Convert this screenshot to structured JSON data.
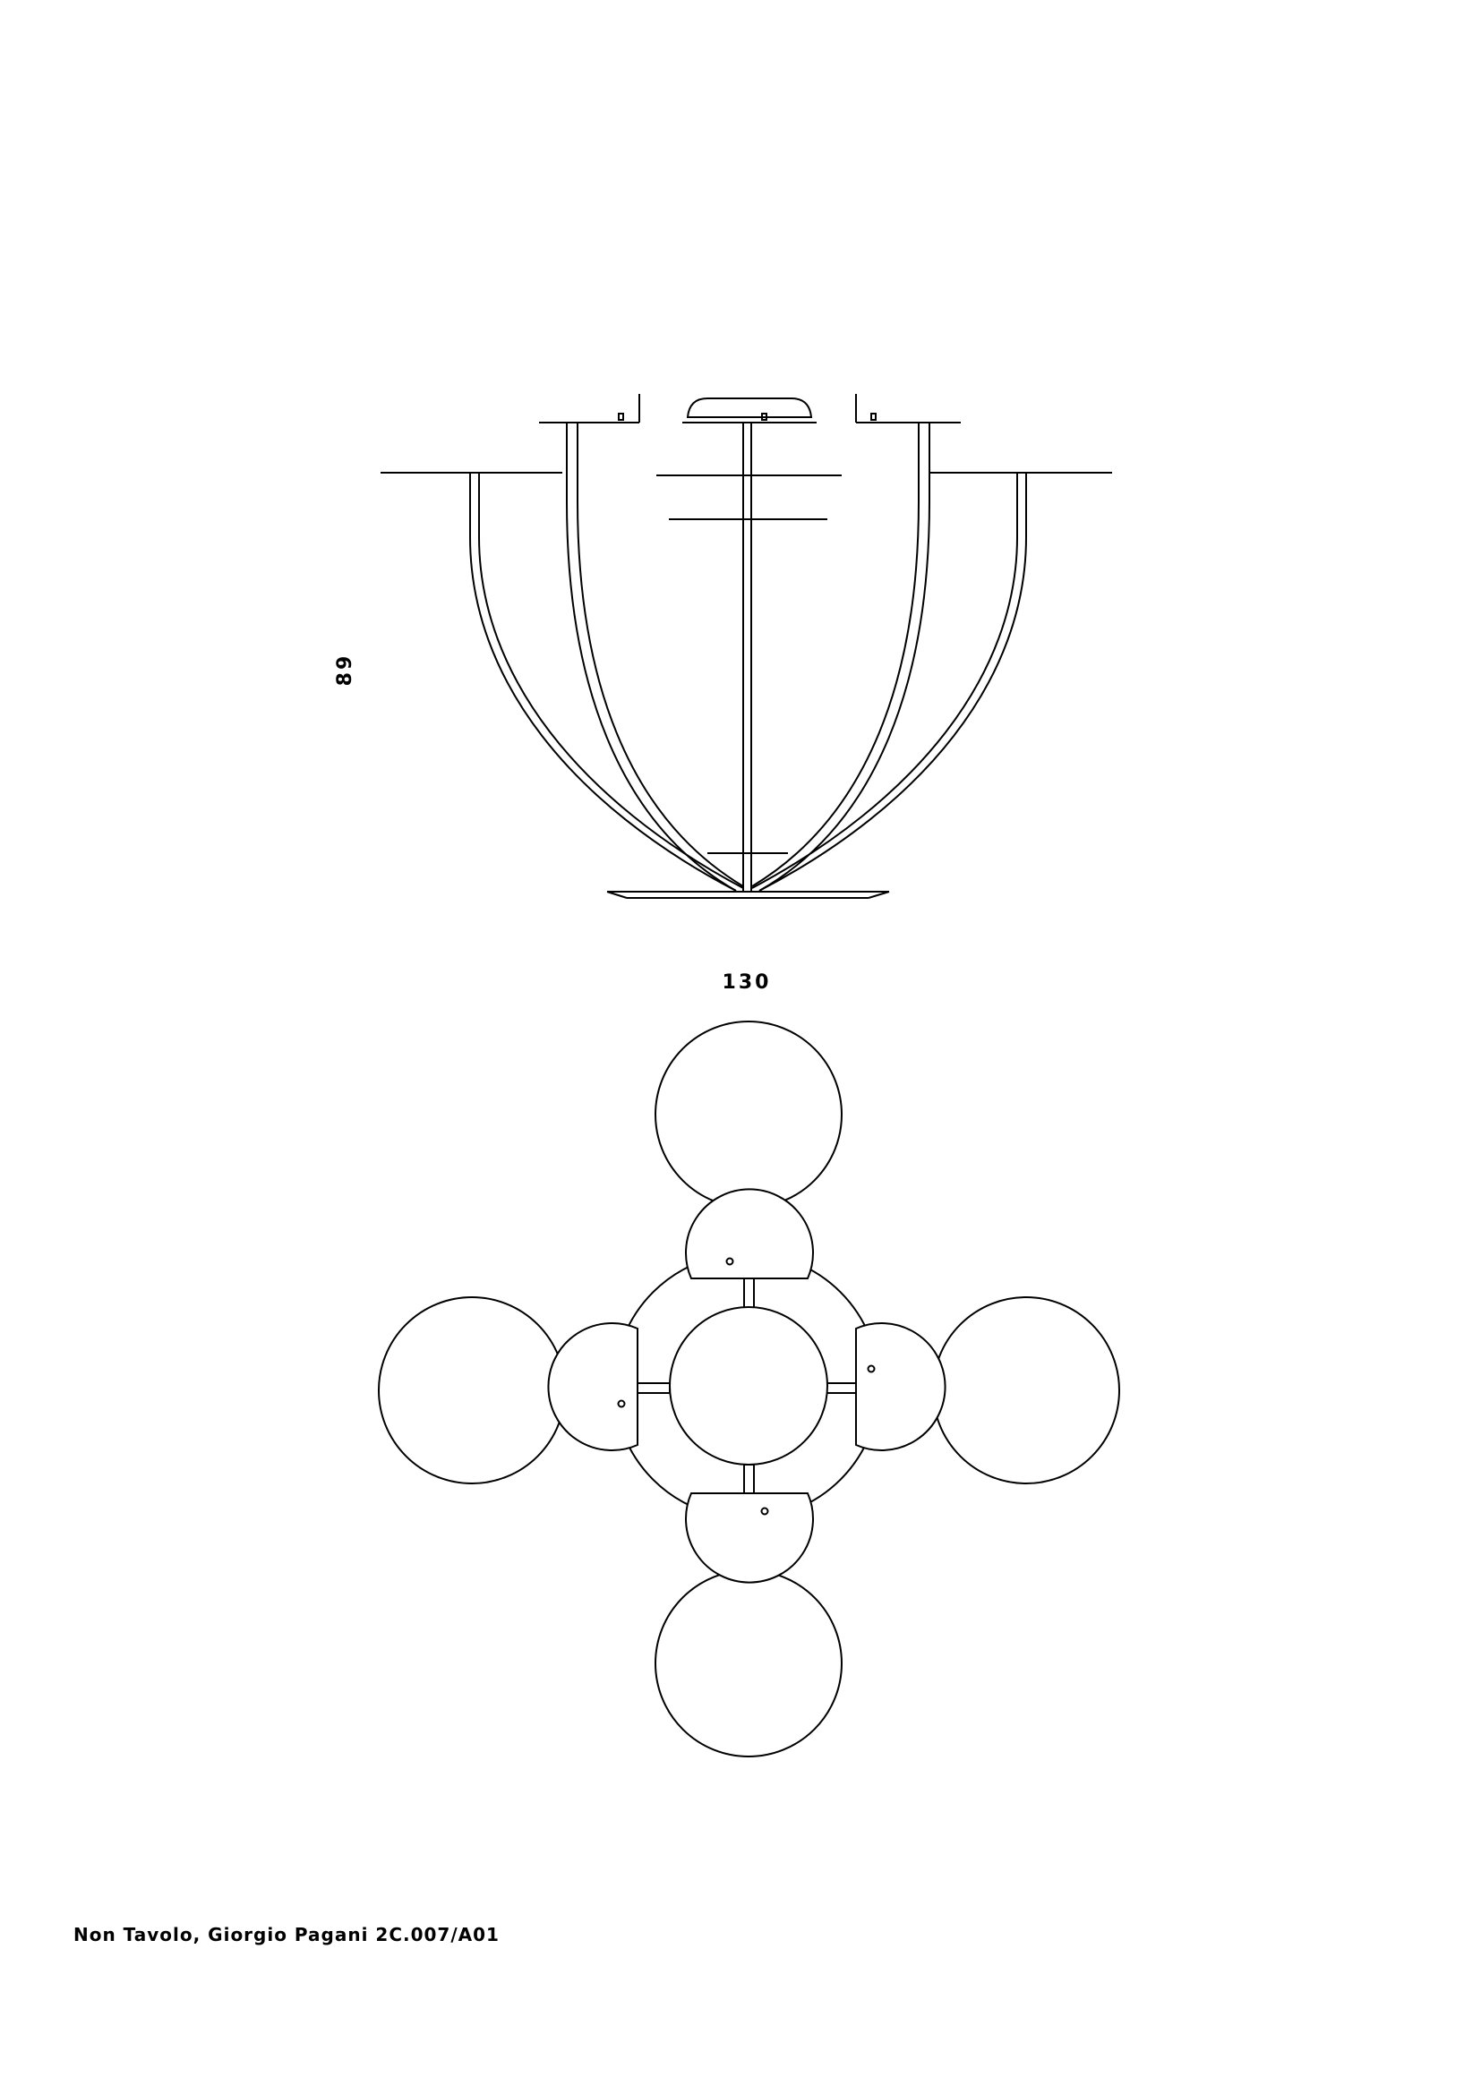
{
  "dimensions": {
    "height": "89",
    "width": "130"
  },
  "caption": "Non Tavolo, Giorgio Pagani 2C.007/A01",
  "colors": {
    "line": "#000000",
    "background": "#ffffff"
  }
}
